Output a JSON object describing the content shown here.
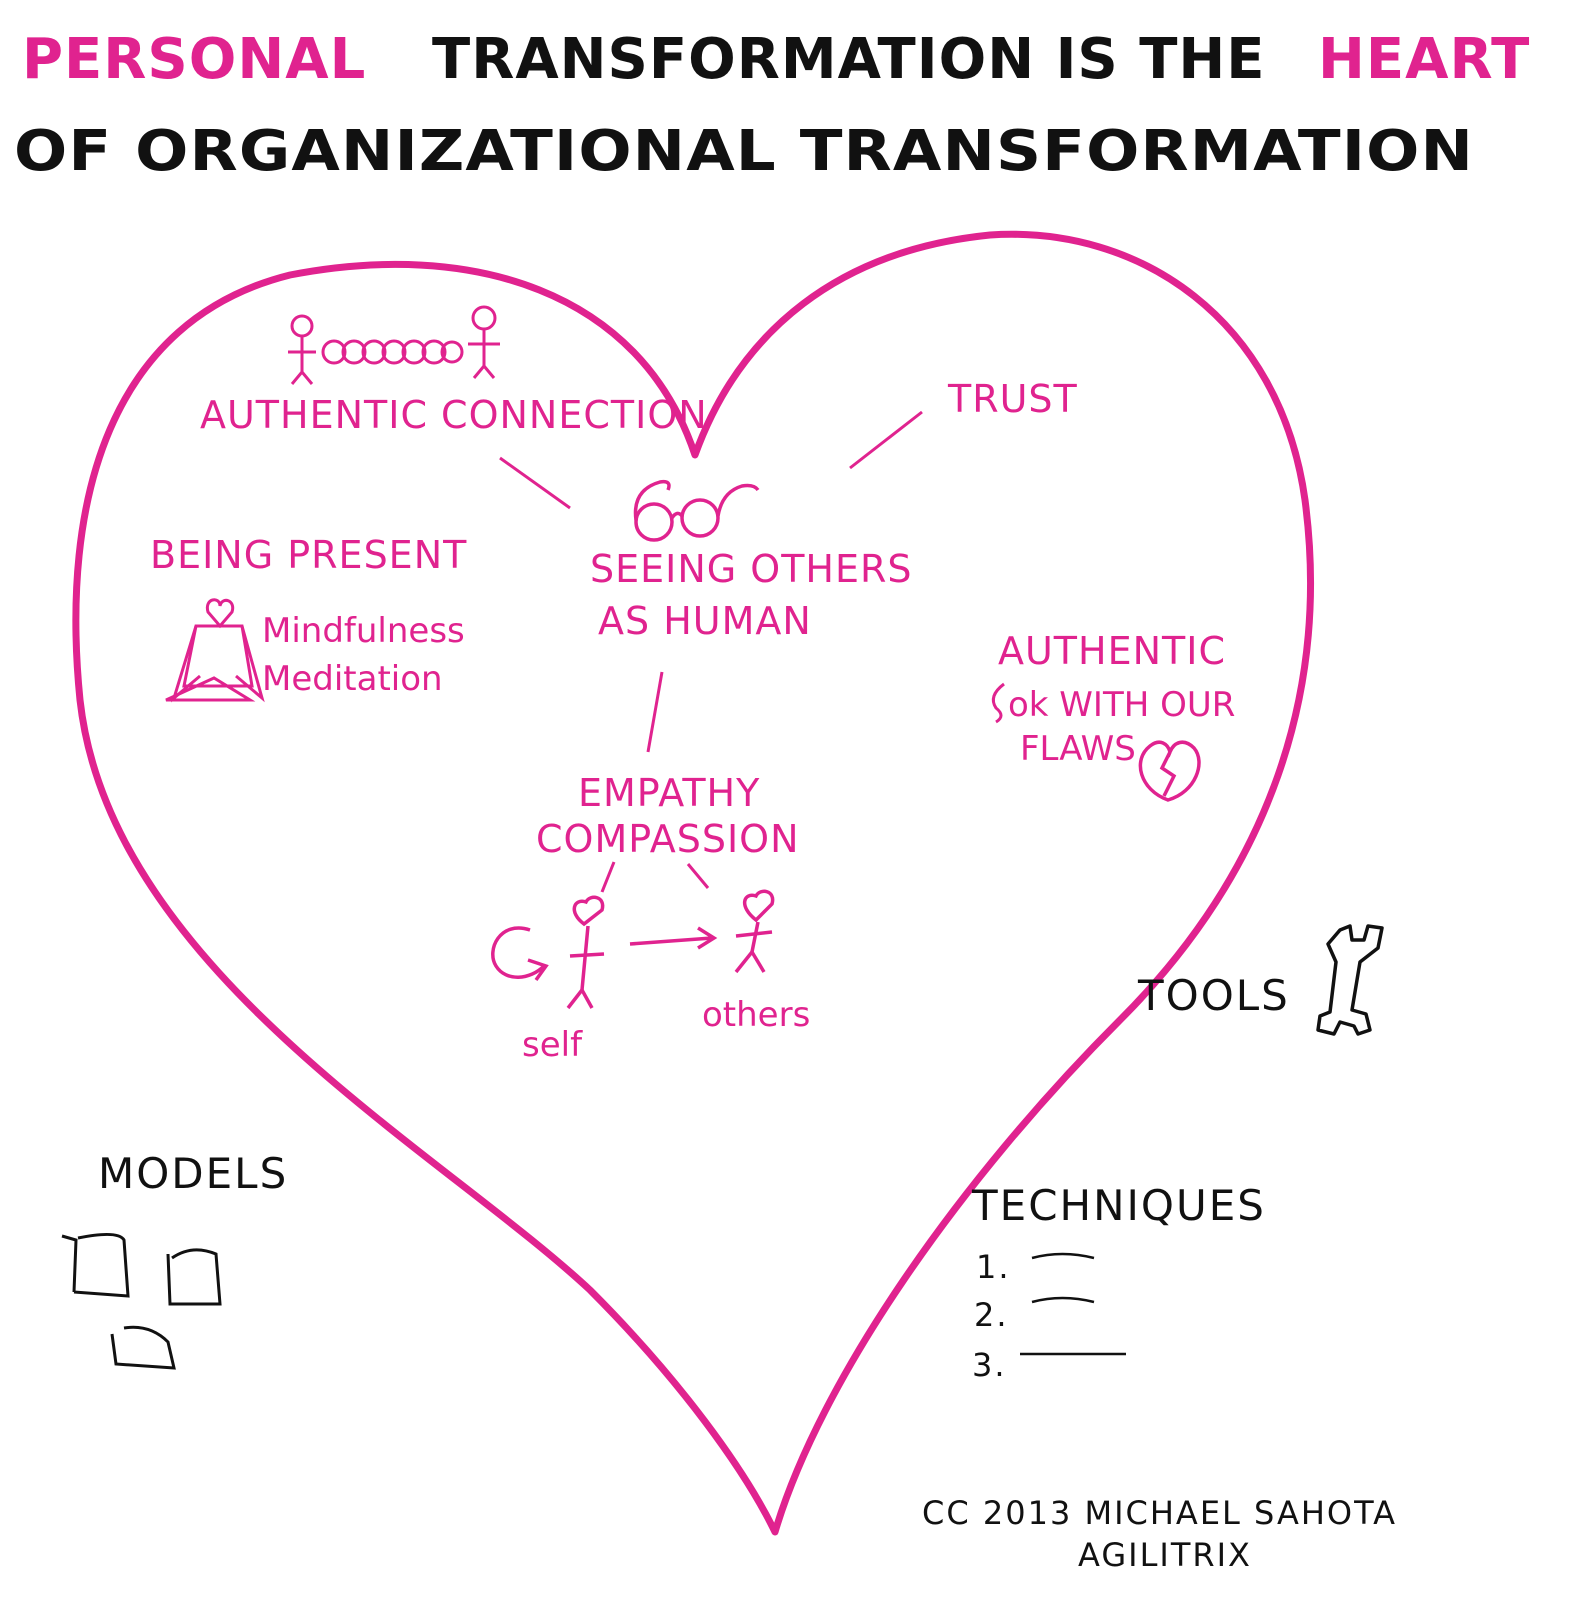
{
  "colors": {
    "accent": "#e0238f",
    "ink": "#111111"
  },
  "title": {
    "line1_part1": "PERSONAL",
    "line1_part2": "TRANSFORMATION IS THE",
    "line1_part3": "HEART",
    "line2": "OF ORGANIZATIONAL TRANSFORMATION"
  },
  "heart": {
    "authentic_connection": "AUTHENTIC CONNECTION",
    "trust": "TRUST",
    "seeing_others_line1": "SEEING OTHERS",
    "seeing_others_line2": "AS HUMAN",
    "being_present": "BEING PRESENT",
    "mindfulness": "Mindfulness",
    "meditation": "Meditation",
    "authentic": "AUTHENTIC",
    "ok_with_flaws_line1": "ok WITH OUR",
    "ok_with_flaws_line2": "FLAWS",
    "empathy": "EMPATHY",
    "compassion": "COMPASSION",
    "self": "self",
    "others": "others"
  },
  "outside": {
    "tools": "TOOLS",
    "models": "MODELS",
    "techniques": "TECHNIQUES",
    "technique_items": [
      "1.",
      "2.",
      "3."
    ],
    "credit_line1": "CC 2013 MICHAEL SAHOTA",
    "credit_line2": "AGILITRIX"
  },
  "icons": [
    "couple-connection-icon",
    "glasses-icon",
    "meditating-person-icon",
    "broken-heart-icon",
    "self-person-icon",
    "others-person-icon",
    "wrench-icon",
    "model-box-icon"
  ]
}
